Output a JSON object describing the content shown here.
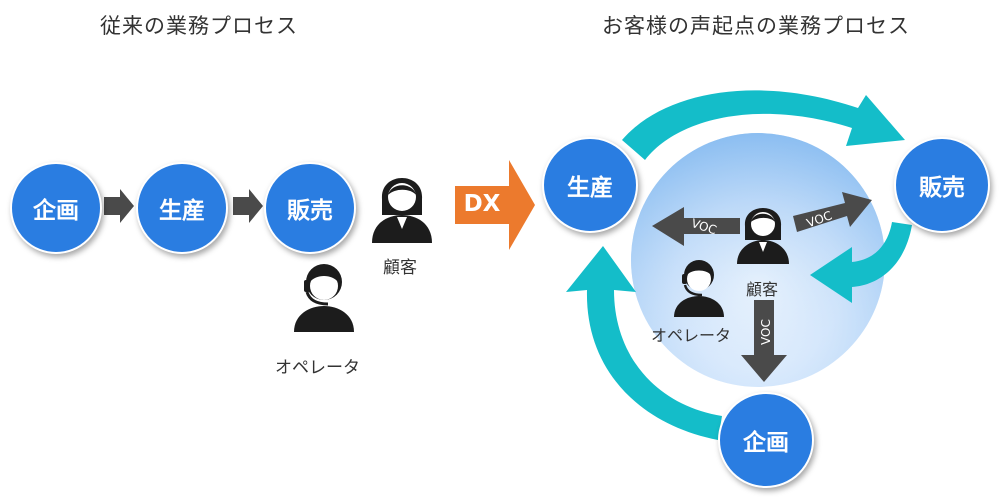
{
  "left": {
    "title": "従来の業務プロセス",
    "nodes": [
      "企画",
      "生産",
      "販売"
    ],
    "customer_label": "顧客",
    "operator_label": "オペレータ"
  },
  "dx_label": "DX",
  "right": {
    "title": "お客様の声起点の業務プロセス",
    "nodes": {
      "production": "生産",
      "sales": "販売",
      "planning": "企画"
    },
    "customer_label": "顧客",
    "operator_label": "オペレータ",
    "voc_label": "VOC"
  },
  "colors": {
    "node": "#2a7de1",
    "arrow_gray": "#4a4a4a",
    "dx_arrow": "#ec7a2d",
    "cycle": "#14bdc9"
  }
}
